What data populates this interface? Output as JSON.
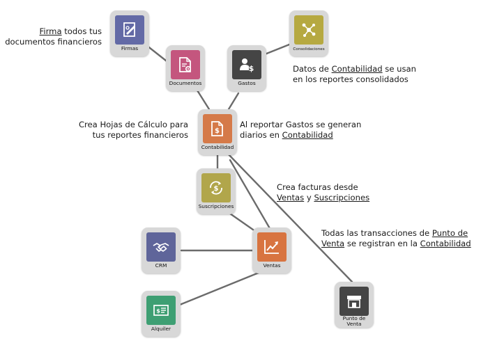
{
  "colors": {
    "firmas": "#636aa6",
    "documentos": "#c4567e",
    "gastos": "#454545",
    "consolidaciones": "#b6a941",
    "contabilidad": "#d57a49",
    "suscripciones": "#b1a64b",
    "crm": "#5f659a",
    "ventas": "#d87440",
    "alquiler": "#3e9f73",
    "punto_venta": "#454545",
    "link": "#6b6b6b"
  },
  "nodes": {
    "firmas": {
      "label": "Firmas",
      "icon": "signature-document-icon"
    },
    "documentos": {
      "label": "Documentos",
      "icon": "document-gear-icon"
    },
    "gastos": {
      "label": "Gastos",
      "icon": "user-dollar-icon"
    },
    "consolidaciones": {
      "label": "Consolidaciones",
      "icon": "network-nodes-icon"
    },
    "contabilidad": {
      "label": "Contabilidad",
      "icon": "dollar-document-icon"
    },
    "suscripciones": {
      "label": "Suscripciones",
      "icon": "recurring-dollar-icon"
    },
    "crm": {
      "label": "CRM",
      "icon": "handshake-icon"
    },
    "ventas": {
      "label": "Ventas",
      "icon": "trend-chart-icon"
    },
    "alquiler": {
      "label": "Alquiler",
      "icon": "rental-card-icon"
    },
    "punto_venta": {
      "label": "Punto de Venta",
      "icon": "storefront-icon"
    }
  },
  "notes": {
    "firma": {
      "link": "Firma",
      "rest1": " todos tus",
      "line2": "documentos financieros"
    },
    "consolidado": {
      "pre": "Datos de ",
      "link": "Contabilidad",
      "post": " se usan",
      "line2": "en los reportes consolidados"
    },
    "hojas": {
      "line1": "Crea Hojas de Cálculo para",
      "line2": "tus reportes financieros"
    },
    "gastos": {
      "line1": "Al reportar Gastos se generan",
      "pre2": "diarios en ",
      "link": "Contabilidad"
    },
    "facturas": {
      "line1": "Crea facturas desde",
      "link1": "Ventas",
      "mid": " y ",
      "link2": "Suscripciones"
    },
    "pos": {
      "pre": "Todas las transacciones de ",
      "link1": "Punto de",
      "link1b": "Venta",
      "mid": " se registran en la ",
      "link2": "Contabilidad"
    }
  }
}
